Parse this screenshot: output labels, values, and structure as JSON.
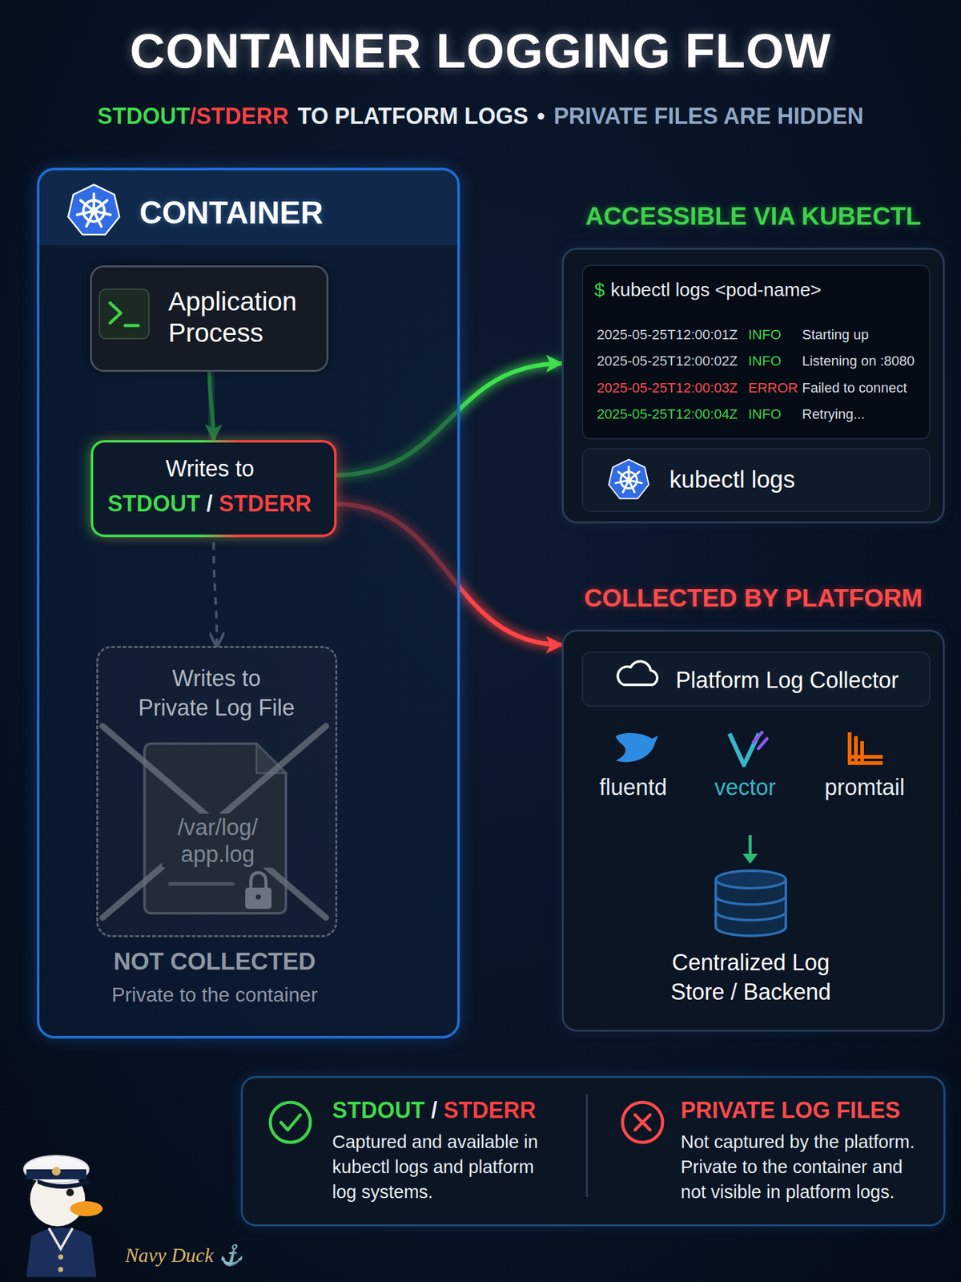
{
  "diagram": {
    "title": "CONTAINER LOGGING FLOW",
    "nodes": [
      {
        "text": [
          "CONTAINER"
        ]
      },
      {
        "text": [
          "Application Process"
        ],
        "in": 0
      },
      {
        "text": [
          "Writes to",
          "STDOUT / STDERR"
        ],
        "in": 0
      },
      {
        "text": [
          "Writes to Private Log File",
          "/var/log/ app.log"
        ],
        "in": 0
      },
      {
        "text": [
          "ACCESSIBLE VIA KUBECTL"
        ]
      },
      {
        "text": [
          "$",
          "kubectl logs <pod-name>",
          "2025-05-25T12:00:01Z",
          "INFO",
          "Starting up",
          "2025-05-25T12:00:02Z",
          "INFO",
          "Listening on :8080",
          "2025-05-25T12:00:03Z",
          "ERROR",
          "Failed to connect",
          "2025-05-25T12:00:04Z",
          "INFO",
          "Retrying..."
        ],
        "in": 4
      },
      {
        "text": [
          "kubectl logs"
        ],
        "in": 4
      },
      {
        "text": [
          "COLLECTED BY PLATFORM"
        ]
      },
      {
        "text": [
          "Platform Log Collector"
        ],
        "in": 7
      },
      {
        "text": [
          "STDOUT / STDERR",
          "Captured and available in kubectl logs and platform log systems.",
          "PRIVATE LOG FILES",
          "Not captured by the platform. Private to the container and not visible in platform logs."
        ]
      }
    ],
    "edges": [
      {
        "from": 1,
        "to": 2,
        "arrow": "to"
      },
      {
        "from": 2,
        "to": 4,
        "arrow": "to"
      },
      {
        "from": 2,
        "to": 7,
        "arrow": "to"
      },
      {
        "from": 2,
        "to": 3,
        "arrow": "to"
      }
    ],
    "labels": [
      "STDOUT/STDERR",
      "TO PLATFORM LOGS",
      "•",
      "PRIVATE FILES ARE HIDDEN",
      "NOT COLLECTED",
      "Private to the container",
      "fluentd",
      "vector",
      "promtail",
      "Centralized Log Store / Backend",
      "Navy Duck ⚓"
    ]
  }
}
